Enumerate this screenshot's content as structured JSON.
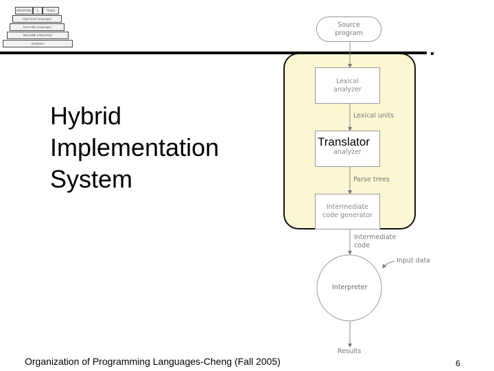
{
  "slide": {
    "title_lines": [
      "Hybrid",
      "Implementation",
      "System"
    ],
    "footer": "Organization of Programming Languages-Cheng (Fall 2005)",
    "page_number": "6"
  },
  "logo": {
    "layers": [
      "OPERATING",
      "C",
      "TASKS",
      "High-level languages",
      "Assembly languages",
      "MACHINE LANGUAGE",
      "hardware"
    ]
  },
  "diagram": {
    "source": "Source\nprogram",
    "lexical": "Lexical\nanalyzer",
    "lexical_units": "Lexical units",
    "translator": "Translator",
    "syntax": "analyzer",
    "parse_trees": "Parse trees",
    "intermediate_gen": "Intermediate\ncode generator",
    "intermediate_code": "Intermediate\ncode",
    "input_data": "Input data",
    "interpreter": "Interpreter",
    "results": "Results"
  },
  "colors": {
    "highlight_fill": "#fbf7d2",
    "highlight_border": "#111111",
    "diagram_gray": "#888888"
  }
}
